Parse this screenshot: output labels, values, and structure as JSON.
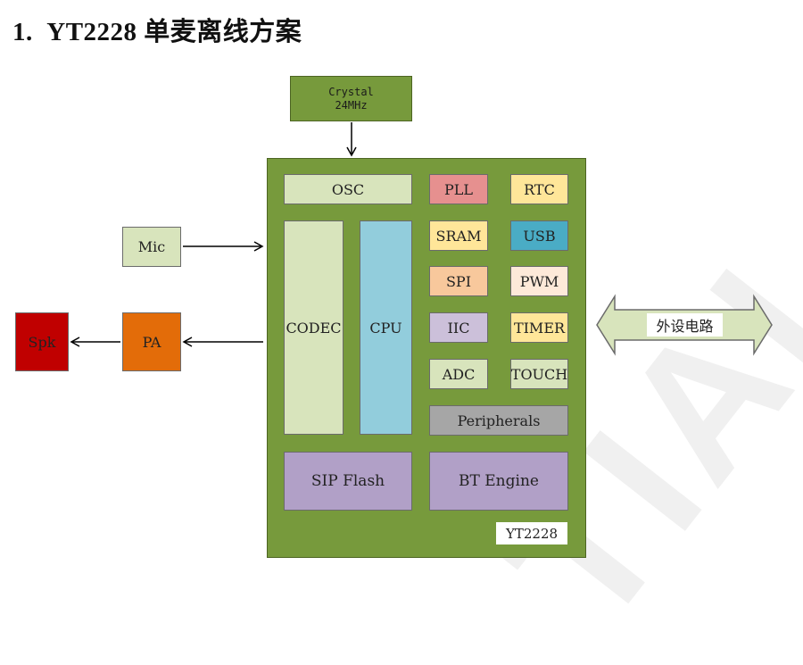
{
  "heading": {
    "number": "1.",
    "text": "YT2228 单麦离线方案"
  },
  "crystal": {
    "line1": "Crystal",
    "line2": "24MHz"
  },
  "external": {
    "mic": "Mic",
    "pa": "PA",
    "spk": "Spk",
    "peripheral_circuit": "外设电路"
  },
  "chip": {
    "name": "YT2228",
    "blocks": {
      "osc": "OSC",
      "pll": "PLL",
      "rtc": "RTC",
      "sram": "SRAM",
      "usb": "USB",
      "spi": "SPI",
      "pwm": "PWM",
      "iic": "IIC",
      "timer": "TIMER",
      "adc": "ADC",
      "touch": "TOUCH",
      "codec": "CODEC",
      "cpu": "CPU",
      "peripherals": "Peripherals",
      "sip_flash": "SIP Flash",
      "bt_engine": "BT Engine"
    }
  },
  "watermark": "TIAL",
  "colors": {
    "chip_bg": "#779a3c",
    "crystal_bg": "#779a3c",
    "light_green": "#d8e4bc",
    "pll": "#e6908f",
    "yellow": "#ffe699",
    "usb": "#4aacc5",
    "spi": "#f8c89c",
    "pwm": "#fde9d9",
    "iic": "#ccc0da",
    "cpu": "#92cddc",
    "peripherals": "#a6a6a6",
    "purple": "#b1a0c7",
    "pa": "#e36c09",
    "spk": "#c00000"
  }
}
